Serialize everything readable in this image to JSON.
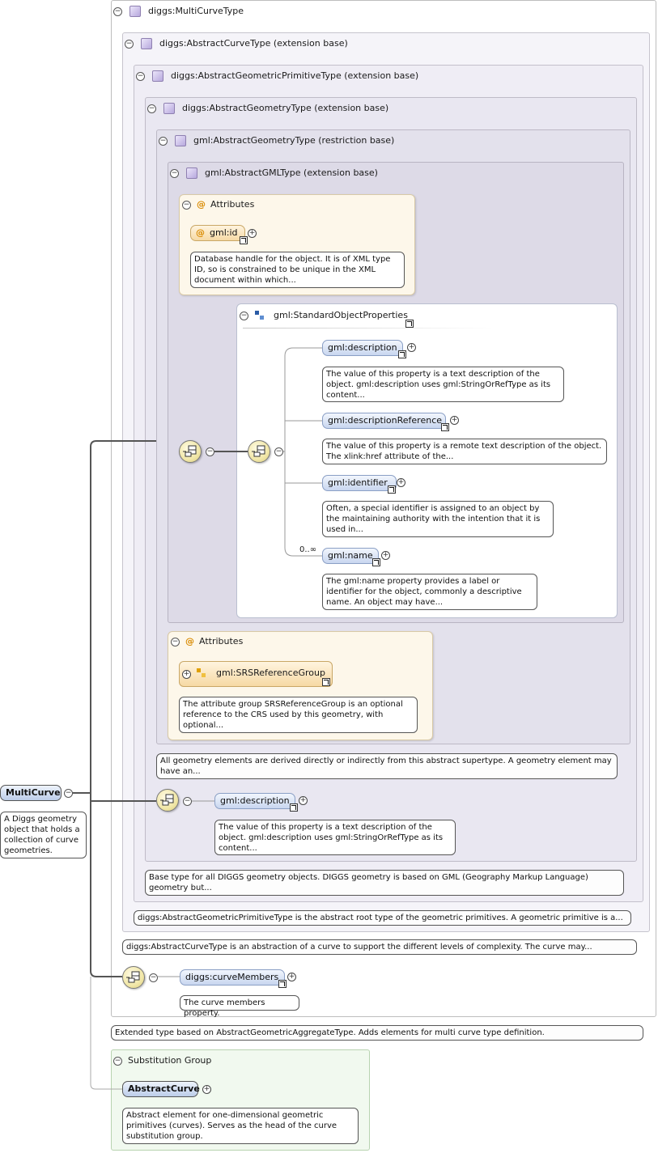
{
  "root": {
    "element_name": "MultiCurve",
    "element_doc": "A Diggs geometry object that holds a collection of curve geometries."
  },
  "types": {
    "multi_curve": "diggs:MultiCurveType",
    "abstract_curve": "diggs:AbstractCurveType (extension base)",
    "abstract_geometric_primitive": "diggs:AbstractGeometricPrimitiveType (extension base)",
    "abstract_geometry": "diggs:AbstractGeometryType (extension base)",
    "gml_abstract_geometry": "gml:AbstractGeometryType (restriction base)",
    "gml_abstract_gml": "gml:AbstractGMLType (extension base)"
  },
  "attributes_top": {
    "title": "Attributes",
    "attr_name": "gml:id",
    "attr_doc": "Database handle for the object. It is of XML type ID, so is constrained to be unique in the XML document within which..."
  },
  "standard_object_properties": {
    "title": "gml:StandardObjectProperties",
    "cardinality": "0..∞",
    "items": [
      {
        "name": "gml:description",
        "doc": "The value of this property is a text description of the object. gml:description uses gml:StringOrRefType as its content..."
      },
      {
        "name": "gml:descriptionReference",
        "doc": "The value of this property is a remote text description of the object. The xlink:href attribute of the..."
      },
      {
        "name": "gml:identifier",
        "doc": "Often, a special identifier is assigned to an object by the maintaining authority with the intention that it is used in..."
      },
      {
        "name": "gml:name",
        "doc": "The gml:name property provides a label or identifier for the object, commonly a descriptive name. An object may have..."
      }
    ]
  },
  "attributes_srs": {
    "title": "Attributes",
    "group_name": "gml:SRSReferenceGroup",
    "group_doc": "The attribute group SRSReferenceGroup is an optional reference to the CRS used by this geometry, with optional..."
  },
  "docs": {
    "gml_abstract_geometry": "All geometry elements are derived directly or indirectly from this abstract supertype. A geometry element may have an...",
    "abstract_geometry": "Base type for all DIGGS geometry objects. DIGGS geometry is based on GML (Geography Markup Language) geometry but...",
    "abstract_geometric_primitive": "diggs:AbstractGeometricPrimitiveType is the abstract root type of the geometric primitives. A geometric primitive is a...",
    "abstract_curve": "diggs:AbstractCurveType is an abstraction of a curve to support the different levels of complexity. The curve may...",
    "multi_curve": "Extended type based on AbstractGeometricAggregateType. Adds elements for multi curve type definition."
  },
  "description_el": {
    "name": "gml:description",
    "doc": "The value of this property is a text description of the object. gml:description uses gml:StringOrRefType as its content..."
  },
  "curve_members": {
    "name": "diggs:curveMembers",
    "doc": "The curve members property."
  },
  "substitution_group": {
    "title": "Substitution Group",
    "head_name": "AbstractCurve",
    "head_doc": "Abstract element for one-dimensional geometric primitives (curves). Serves as the head of the curve substitution group."
  }
}
